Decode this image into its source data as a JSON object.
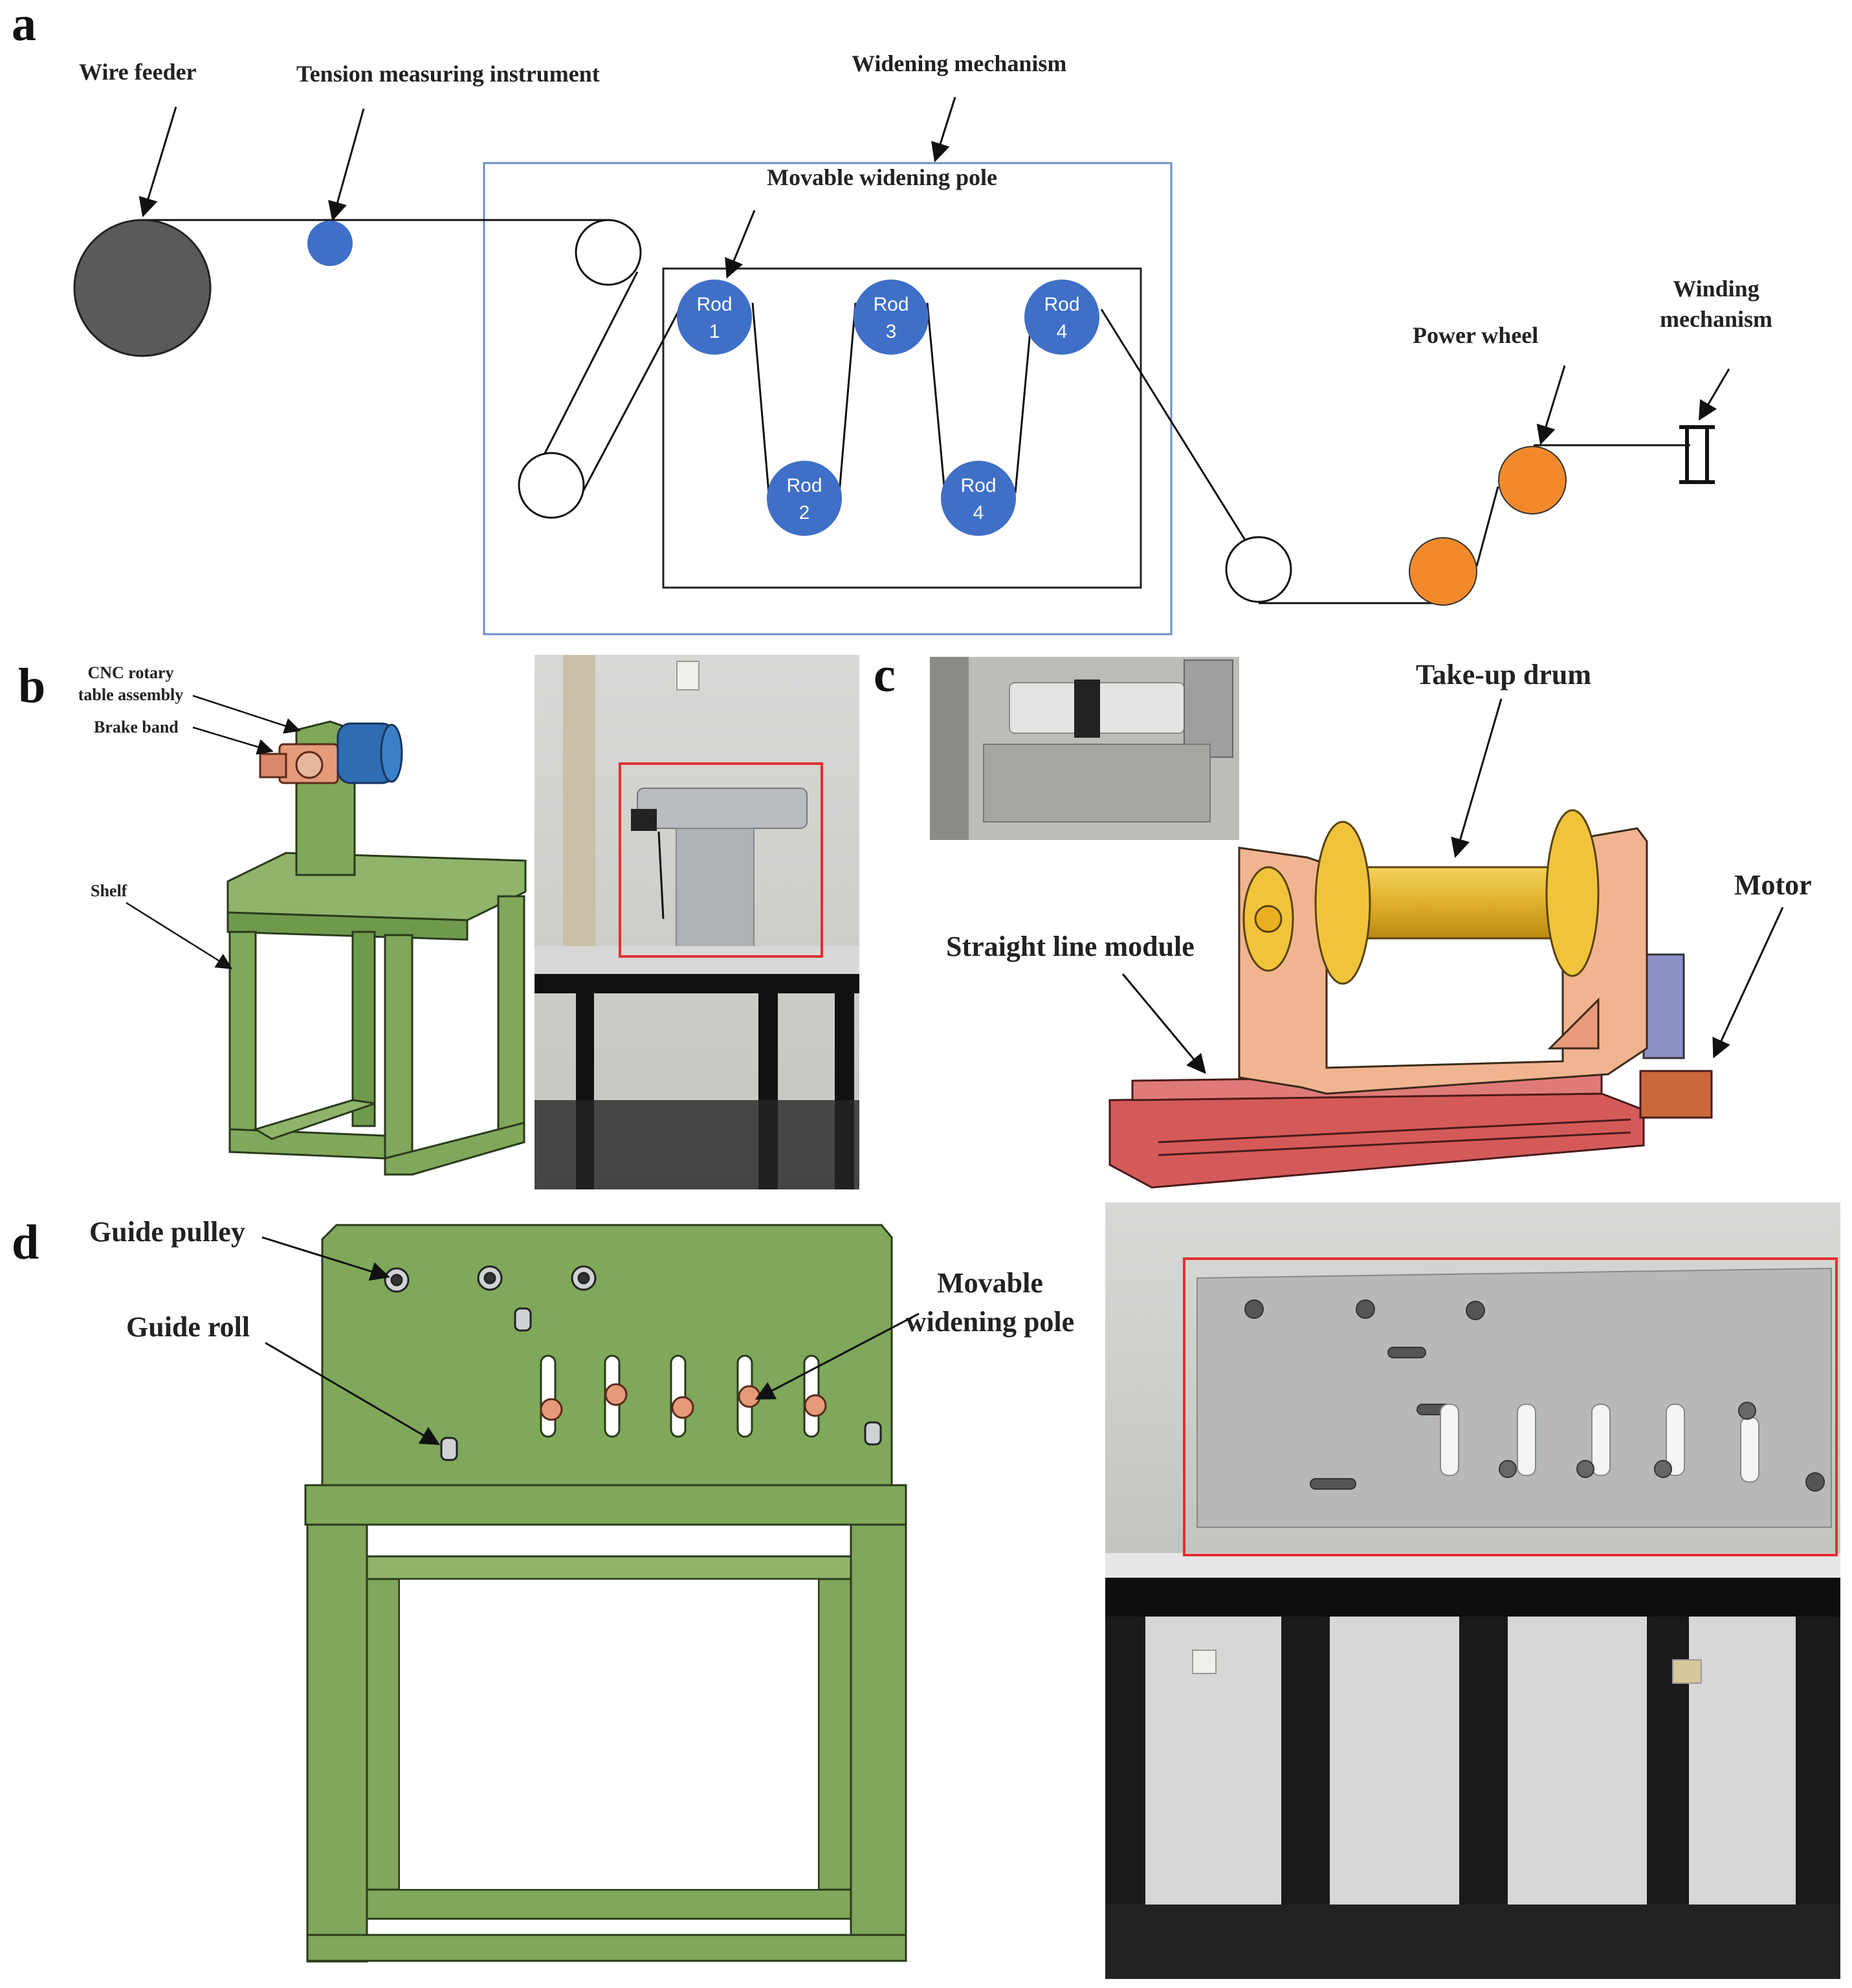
{
  "panel_labels": {
    "a": "a",
    "b": "b",
    "c": "c",
    "d": "d"
  },
  "panel_a": {
    "wire_feeder": "Wire feeder",
    "tension_instrument": "Tension measuring instrument",
    "widening_mechanism": "Widening mechanism",
    "movable_pole": "Movable widening pole",
    "rods": [
      {
        "top": "Rod",
        "bottom": "1"
      },
      {
        "top": "Rod",
        "bottom": "2"
      },
      {
        "top": "Rod",
        "bottom": "3"
      },
      {
        "top": "Rod",
        "bottom": "4"
      },
      {
        "top": "Rod",
        "bottom": "4"
      }
    ],
    "power_wheel": "Power wheel",
    "winding_line1": "Winding",
    "winding_line2": "mechanism"
  },
  "panel_b": {
    "cnc_line1": "CNC rotary",
    "cnc_line2": "table assembly",
    "brake_band": "Brake band",
    "shelf": "Shelf"
  },
  "panel_c": {
    "take_up_drum": "Take-up drum",
    "motor": "Motor",
    "straight_line_module": "Straight line module"
  },
  "panel_d": {
    "guide_pulley": "Guide pulley",
    "guide_roll": "Guide roll",
    "movable_line1": "Movable",
    "movable_line2": "widening pole"
  },
  "colors": {
    "rod_blue": "#3f6fc7",
    "wheel_orange": "#f28a2b",
    "feeder_gray": "#555555",
    "frame_green": "#7fa85a",
    "photo_box_red": "#e03030"
  }
}
